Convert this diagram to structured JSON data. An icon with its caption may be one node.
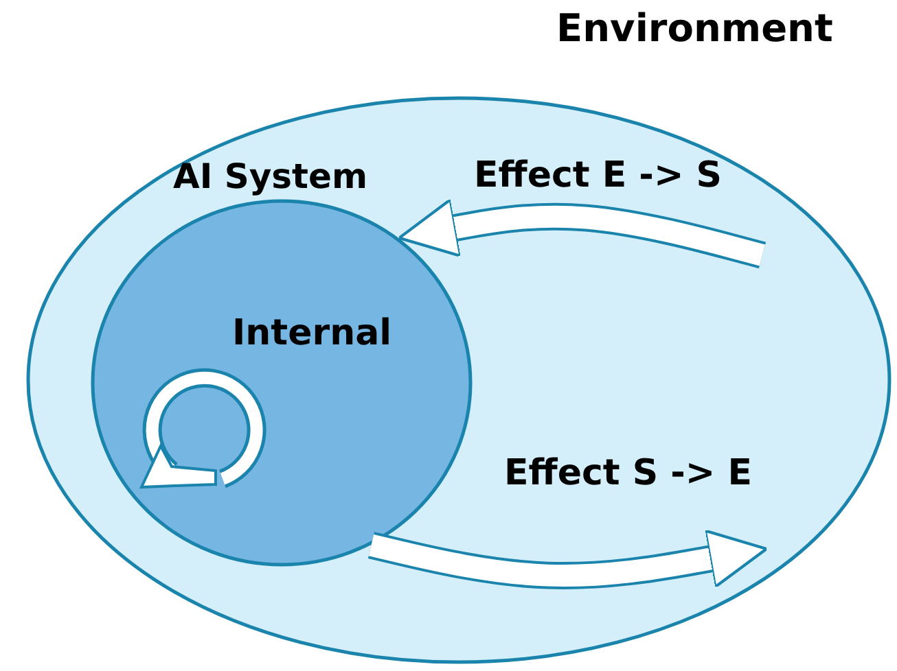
{
  "diagram": {
    "nodes": [
      {
        "text": [
          "Environment"
        ]
      },
      {
        "text": [
          "AI System",
          "Internal"
        ],
        "in": 0
      }
    ],
    "edges": [
      {
        "from": null,
        "to": 1,
        "arrow": "to",
        "label": "Effect E -> S"
      },
      {
        "from": 1,
        "to": null,
        "arrow": "to",
        "label": "Effect S -> E"
      }
    ]
  }
}
